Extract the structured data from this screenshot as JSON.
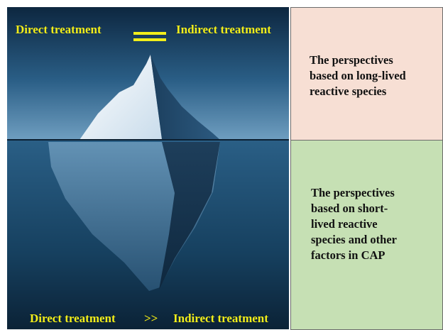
{
  "figure": {
    "top_caption": {
      "left": "Direct treatment",
      "relation_icon": "equals-sign",
      "right": "Indirect treatment"
    },
    "bottom_caption": {
      "left": "Direct treatment",
      "relation": ">>",
      "right": "Indirect treatment"
    },
    "boxes": [
      {
        "text": "The perspectives\nbased on long-lived\nreactive species",
        "color": "#f7dfd4"
      },
      {
        "text": "The perspectives\nbased on short-\nlived reactive\nspecies and other\nfactors in CAP",
        "color": "#c6e0b4"
      }
    ],
    "colors": {
      "caption": "#f2ee1b",
      "sky_top": "#0f2c46",
      "sea": "#1c4a70"
    }
  }
}
